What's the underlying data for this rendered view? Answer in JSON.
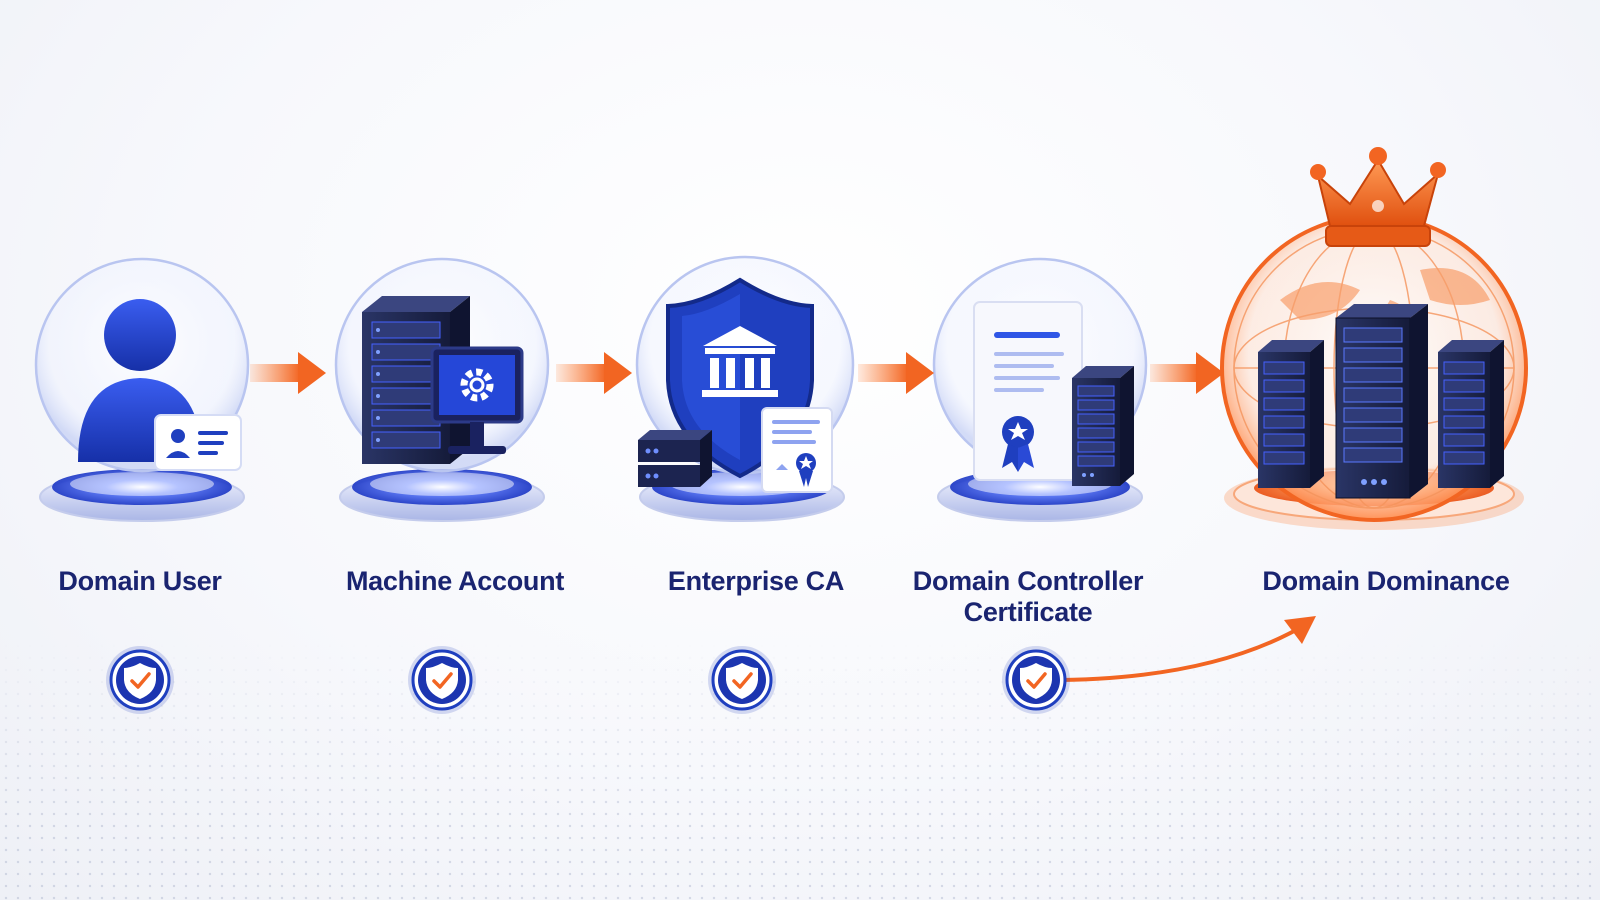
{
  "steps": [
    {
      "label": "Domain User",
      "icon": "user-id-card-icon"
    },
    {
      "label": "Machine Account",
      "icon": "server-monitor-gear-icon"
    },
    {
      "label": "Enterprise CA",
      "icon": "shield-institution-icon"
    },
    {
      "label": "Domain Controller Certificate",
      "icon": "certificate-server-icon"
    },
    {
      "label": "Domain Dominance",
      "icon": "crown-globe-servers-icon"
    }
  ],
  "colors": {
    "primary_blue": "#1f3fbf",
    "dark_navy": "#1a2470",
    "accent_orange": "#f26522",
    "background": "#f7f8fc"
  }
}
